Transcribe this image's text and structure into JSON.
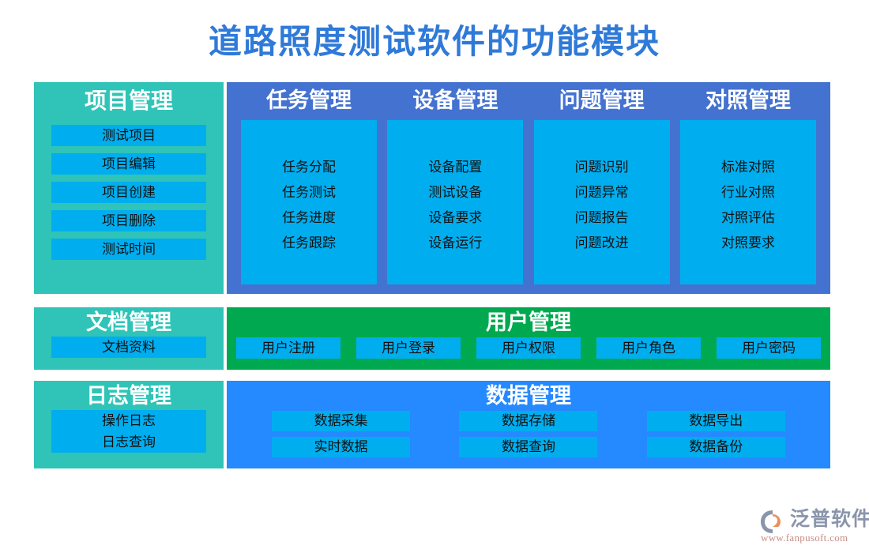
{
  "title": "道路照度测试软件的功能模块",
  "colors": {
    "title": "#2f7ad8",
    "teal_panel": "#2fc4b7",
    "indigo_panel": "#4472d0",
    "green_panel": "#00a94f",
    "blue_panel": "#2589ff",
    "chip": "#00aeef",
    "background": "#ffffff"
  },
  "project": {
    "heading": "项目管理",
    "items": [
      "测试项目",
      "项目编辑",
      "项目创建",
      "项目删除",
      "测试时间"
    ]
  },
  "ops": {
    "columns": [
      {
        "heading": "任务管理",
        "items": [
          "任务分配",
          "任务测试",
          "任务进度",
          "任务跟踪"
        ]
      },
      {
        "heading": "设备管理",
        "items": [
          "设备配置",
          "测试设备",
          "设备要求",
          "设备运行"
        ]
      },
      {
        "heading": "问题管理",
        "items": [
          "问题识别",
          "问题异常",
          "问题报告",
          "问题改进"
        ]
      },
      {
        "heading": "对照管理",
        "items": [
          "标准对照",
          "行业对照",
          "对照评估",
          "对照要求"
        ]
      }
    ]
  },
  "document": {
    "heading": "文档管理",
    "items": [
      "文档资料"
    ]
  },
  "user": {
    "heading": "用户管理",
    "items": [
      "用户注册",
      "用户登录",
      "用户权限",
      "用户角色",
      "用户密码"
    ]
  },
  "log": {
    "heading": "日志管理",
    "items": [
      "操作日志",
      "日志查询"
    ]
  },
  "data": {
    "heading": "数据管理",
    "items": [
      "数据采集",
      "数据存储",
      "数据导出",
      "实时数据",
      "数据查询",
      "数据备份"
    ]
  },
  "logo": {
    "name": "泛普软件",
    "url": "www.fanpusoft.com"
  }
}
